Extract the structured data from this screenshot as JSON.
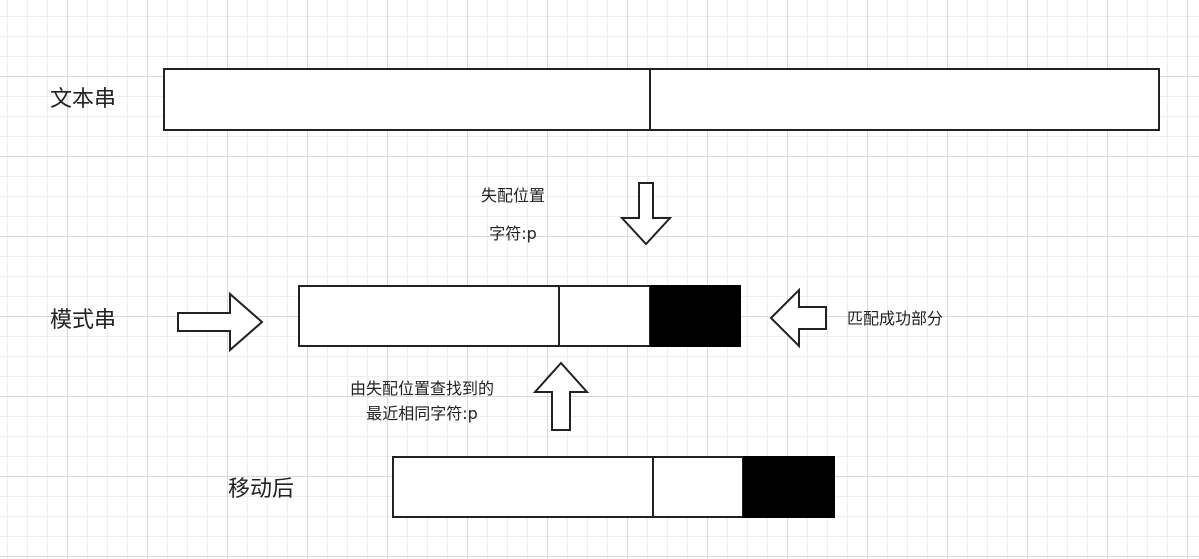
{
  "labels": {
    "text_string": "文本串",
    "pattern_string": "模式串",
    "after_move": "移动后"
  },
  "annotations": {
    "mismatch_line1": "失配位置",
    "mismatch_line2": "字符:p",
    "matched_part": "匹配成功部分",
    "search_line1": "由失配位置查找到的",
    "search_line2": "最近相同字符:p"
  },
  "colors": {
    "stroke": "#222222",
    "fill_matched": "#000000",
    "grid_major": "#d9d9d9",
    "grid_minor": "#efefef"
  },
  "icons": {
    "down_arrow": "hollow-down-arrow-icon",
    "right_arrow": "hollow-right-arrow-icon",
    "left_arrow": "hollow-left-arrow-icon",
    "up_arrow": "hollow-up-arrow-icon"
  }
}
